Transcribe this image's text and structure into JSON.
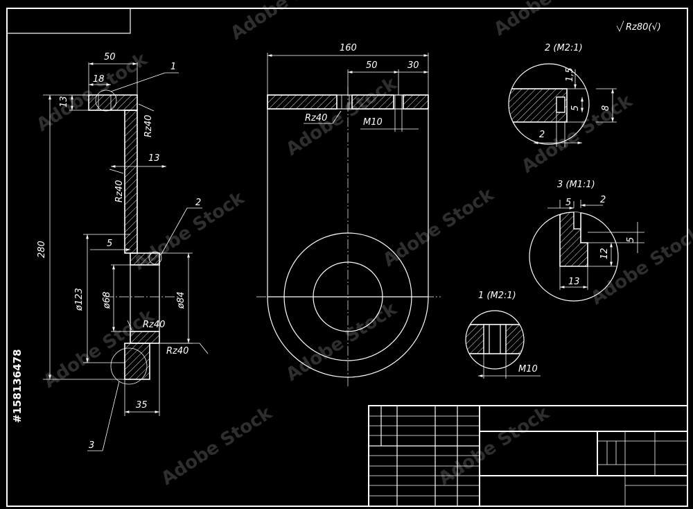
{
  "stamp": {
    "roughness": "Rz80(√)"
  },
  "front_view": {
    "dims": {
      "top_width": "50",
      "top_inner": "18",
      "top_height": "13",
      "wall_thickness": "13",
      "total_height": "280",
      "step": "5",
      "dia_outer": "ø123",
      "dia_inner": "ø68",
      "dia_right": "ø84",
      "base_width": "35"
    },
    "roughness": [
      "Rz40",
      "Rz40",
      "Rz40",
      "Rz40"
    ],
    "callouts": [
      "1",
      "2",
      "3"
    ]
  },
  "side_view": {
    "dims": {
      "width": "160",
      "mid": "50",
      "right": "30"
    },
    "thread": "M10",
    "roughness": "Rz40"
  },
  "detail_2": {
    "title": "2 (M2:1)",
    "dims": [
      "1,5",
      "5",
      "8",
      "2"
    ]
  },
  "detail_3": {
    "title": "3 (M1:1)",
    "dims": [
      "5",
      "2",
      "5",
      "12",
      "13"
    ]
  },
  "detail_1": {
    "title": "1 (M2:1)",
    "thread": "M10"
  },
  "watermark": {
    "text": "Adobe Stock",
    "side_id": "#158136478"
  }
}
